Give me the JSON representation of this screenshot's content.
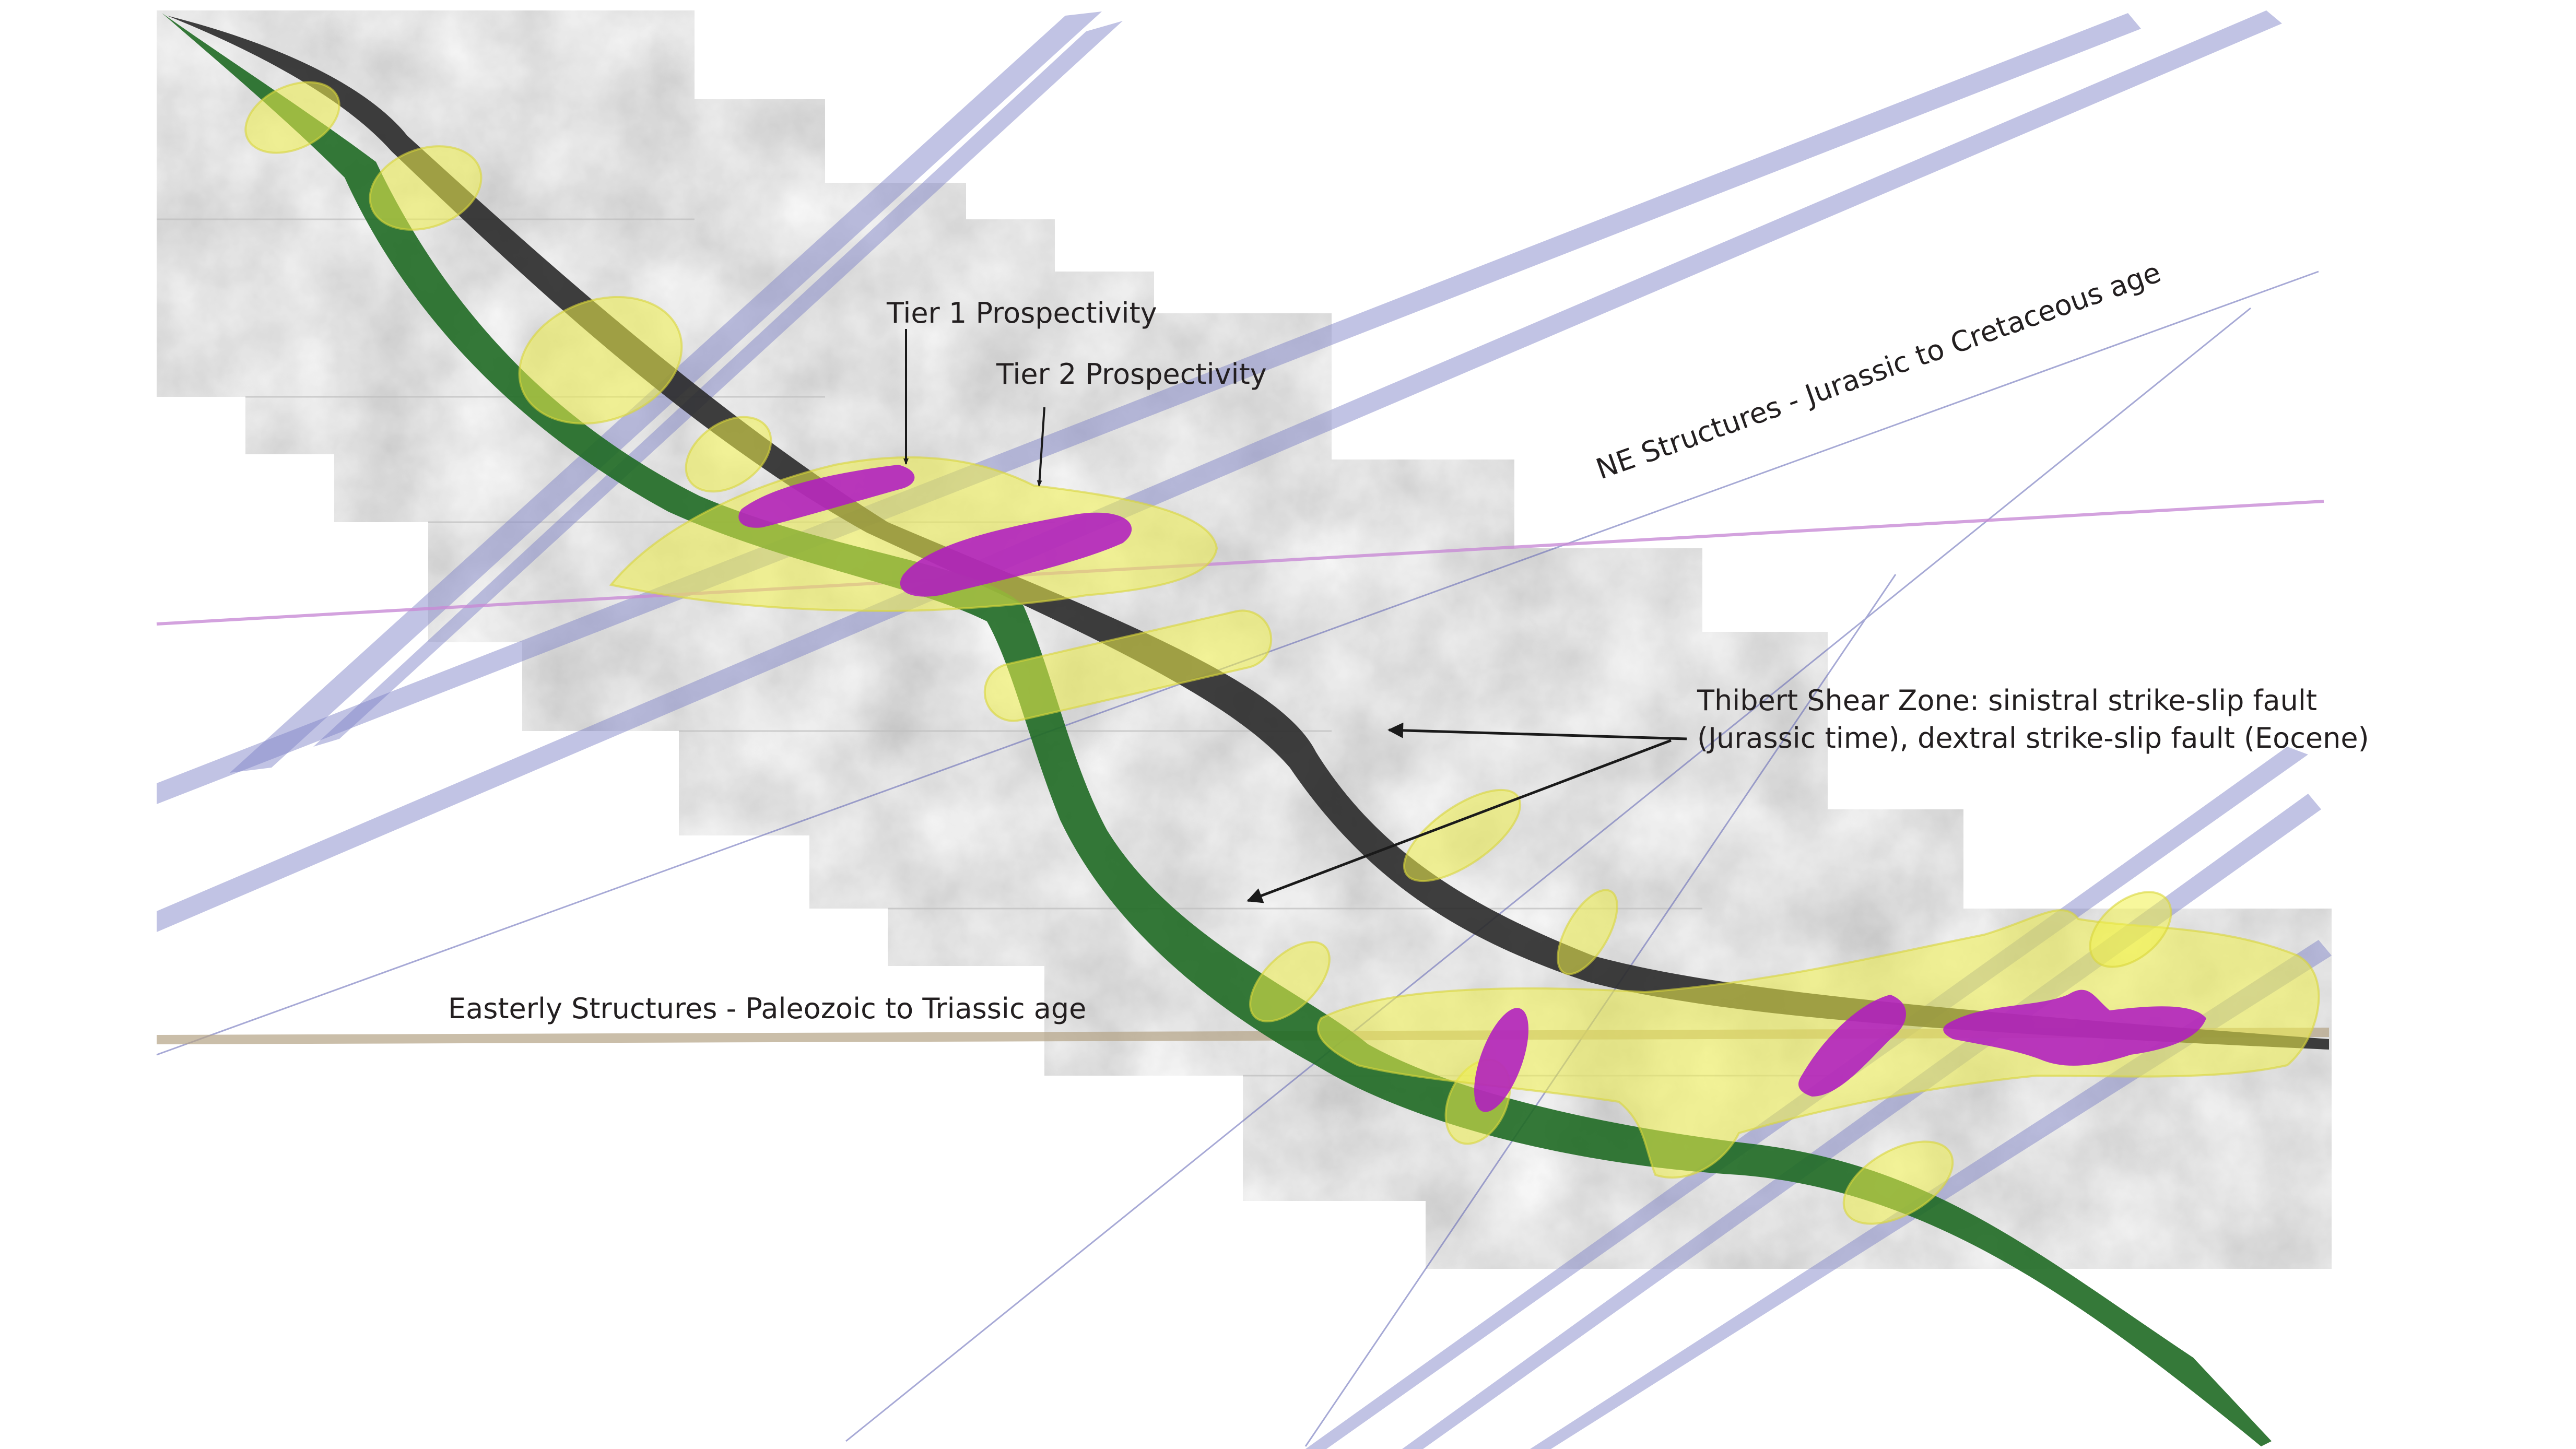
{
  "labels": {
    "tier1": "Tier 1 Prospectivity",
    "tier2": "Tier 2 Prospectivity",
    "ne_structures": "NE Structures - Jurassic to Cretaceous age",
    "thibert_line1": "Thibert Shear Zone: sinistral strike-slip fault",
    "thibert_line2": "(Jurassic time), dextral strike-slip fault (Eocene)",
    "easterly": "Easterly Structures - Paleozoic to Triassic age"
  },
  "colors": {
    "background": "#ffffff",
    "terrain": "#cfcfcf",
    "ne_structures": "#7e82c6",
    "thin_lines": "#5f63b4",
    "pink_plane": "#c98bd6",
    "easterly_plane": "#b4a284",
    "black_fault": "#2a2a2a",
    "green_fault": "#1f6a24",
    "tier2_yellow": "#f1f04a",
    "tier1_magenta": "#b01cc0",
    "arrow": "#1a1a1a"
  }
}
